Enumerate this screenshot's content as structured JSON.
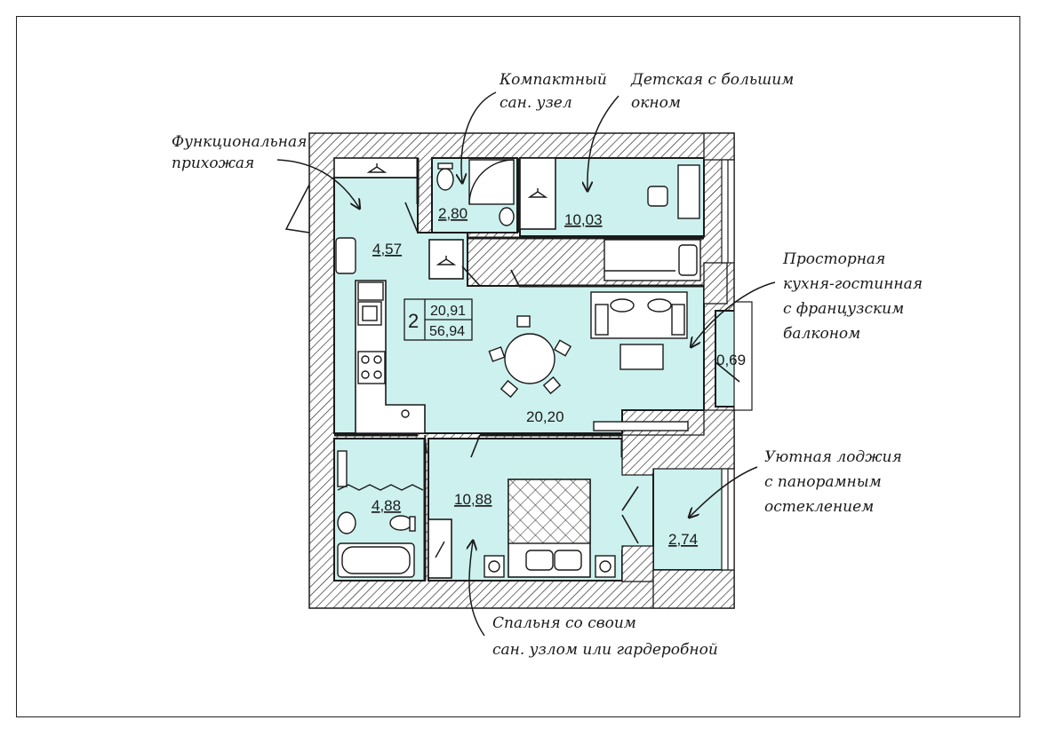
{
  "colors": {
    "room_fill": "#cdf1ee",
    "wall_hatch": "#222222",
    "line": "#1a1a1a"
  },
  "apartment": {
    "rooms_count": "2",
    "living_area": "20,91",
    "total_area": "56,94"
  },
  "rooms": {
    "hall": "4,57",
    "bath_small": "2,80",
    "kids": "10,03",
    "kitchen_living": "20,20",
    "balcony": "0,69",
    "bath_large": "4,88",
    "bedroom": "10,88",
    "loggia": "2,74"
  },
  "annotations": {
    "hall_line1": "Функциональная",
    "hall_line2": "прихожая",
    "bath_line1": "Компактный",
    "bath_line2": "сан. узел",
    "kids_line1": "Детская с большим",
    "kids_line2": "окном",
    "kitchen_line1": "Просторная",
    "kitchen_line2": "кухня-гостинная",
    "kitchen_line3": "с французским",
    "kitchen_line4": "балконом",
    "loggia_line1": "Уютная лоджия",
    "loggia_line2": "с панорамным",
    "loggia_line3": "остеклением",
    "bedroom_line1": "Спальня со своим",
    "bedroom_line2": "сан. узлом или гардеробной"
  }
}
